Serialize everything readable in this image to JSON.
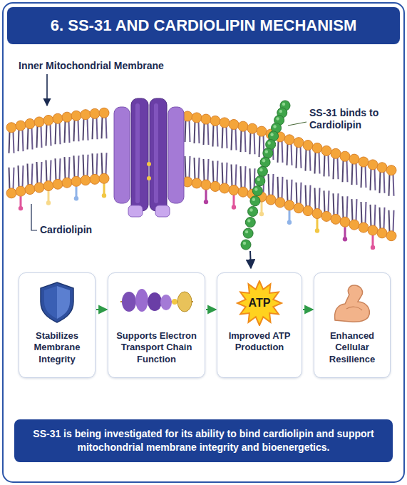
{
  "diagram": {
    "title": "6. SS-31 AND CARDIOLIPIN MECHANISM",
    "caption": "SS-31 is being investigated for its ability to bind cardiolipin and support mitochondrial membrane integrity and bioenergetics.",
    "nodes": [
      {
        "text": [
          "Stabilizes Membrane Integrity"
        ]
      },
      {
        "text": [
          "Supports Electron Transport Chain Function"
        ]
      },
      {
        "text": [
          "Improved ATP Production"
        ]
      },
      {
        "text": [
          "Enhanced Cellular Resilience"
        ]
      }
    ],
    "edges": [
      {
        "from": 0,
        "to": 1,
        "arrow": "to"
      },
      {
        "from": 1,
        "to": 2,
        "arrow": "to"
      },
      {
        "from": 2,
        "to": 3,
        "arrow": "to"
      }
    ],
    "labels": [
      "Inner Mitochondrial Membrane",
      "SS-31 binds to Cardiolipin",
      "Cardiolipin",
      "ATP"
    ]
  }
}
